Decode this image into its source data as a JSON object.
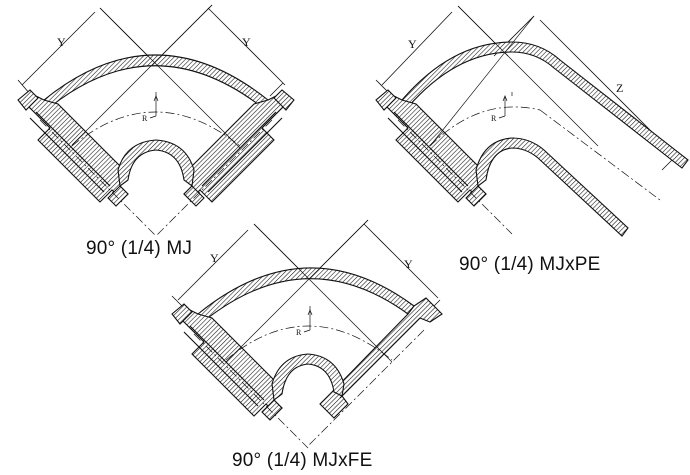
{
  "colors": {
    "line": "#111111",
    "background": "#ffffff"
  },
  "fittings": [
    {
      "caption": "90° (1/4) MJ",
      "dims": {
        "left": "Y",
        "right": "Y",
        "radius": "R"
      }
    },
    {
      "caption": "90° (1/4) MJxPE",
      "dims": {
        "left": "Y",
        "right": "Z",
        "radius": "R"
      }
    },
    {
      "caption": "90° (1/4) MJxFE",
      "dims": {
        "left": "Y",
        "right": "Y",
        "radius": "R"
      }
    }
  ]
}
